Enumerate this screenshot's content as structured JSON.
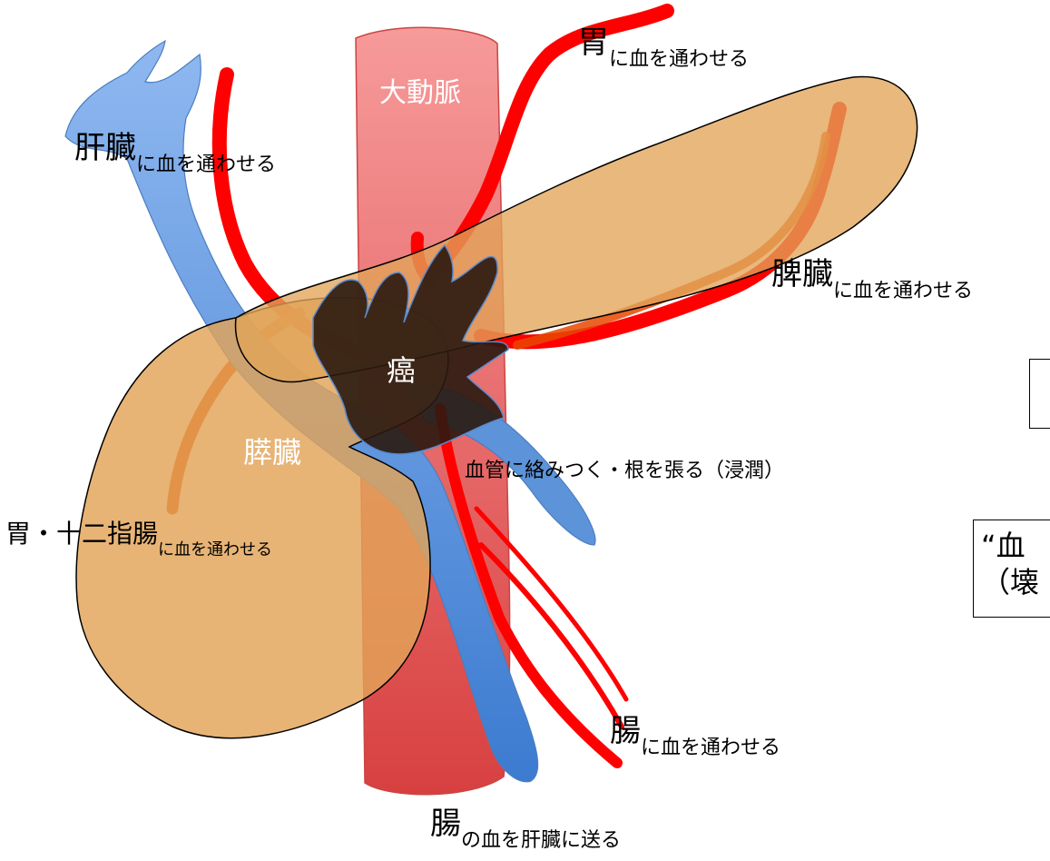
{
  "labels": {
    "aorta": "大動脈",
    "cancer": "癌",
    "pancreas": "膵臓",
    "stomach_main": "胃",
    "stomach_sub": "に血を通わせる",
    "liver_main": "肝臓",
    "liver_sub": "に血を通わせる",
    "spleen_main": "脾臓",
    "spleen_sub": "に血を通わせる",
    "invasion": "血管に絡みつく・根を張る（浸潤）",
    "duodenum_main": "胃・十二指腸",
    "duodenum_sub": "に血を通わせる",
    "intestine_main": "腸",
    "intestine_sub": "に血を通わせる",
    "portal_main": "腸",
    "portal_sub": "の血を肝臓に送る"
  },
  "right_box_text": "“血\n（壊",
  "colors": {
    "artery_red": "#ff0000",
    "artery_orange": "#e84800",
    "vein_blue": "#5d93d8",
    "aorta_pink": "#f58a8a",
    "pancreas_tan": "#e2a458",
    "tumor_dark": "#2a1a10"
  }
}
